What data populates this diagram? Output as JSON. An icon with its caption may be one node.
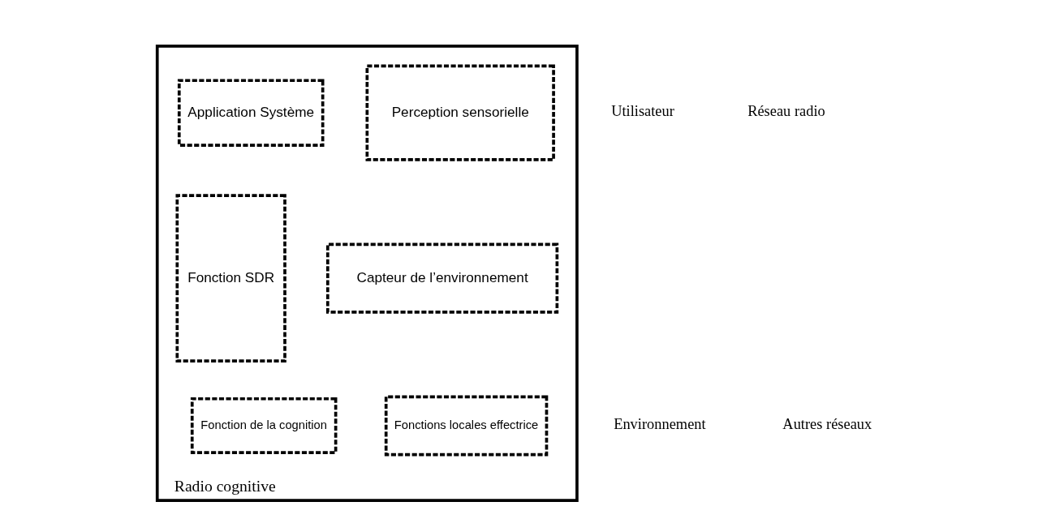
{
  "diagram": {
    "nodes": [
      {
        "text": [
          "Radio cognitive"
        ]
      },
      {
        "text": [
          "Perception sensorielle"
        ],
        "in": 0
      },
      {
        "text": [
          "Application Système"
        ],
        "in": 0
      },
      {
        "text": [
          "Capteur de l’environnement"
        ],
        "in": 0
      },
      {
        "text": [
          "Fonction SDR"
        ],
        "in": 0
      },
      {
        "text": [
          "Fonctions locales effectrice"
        ],
        "in": 0
      },
      {
        "text": [
          "Fonction de la cognition"
        ],
        "in": 0
      }
    ],
    "edges": [],
    "labels": [
      "Utilisateur",
      "Réseau radio",
      "Environnement",
      "Autres réseaux"
    ]
  }
}
